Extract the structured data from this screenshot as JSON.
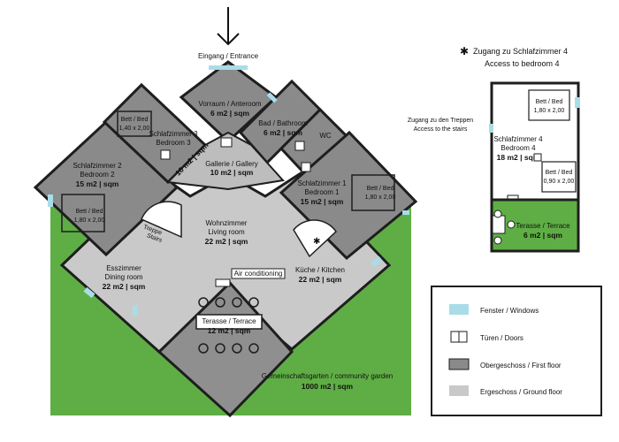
{
  "entrance": {
    "label": "Eingang / Entrance"
  },
  "rooms": {
    "vorraum": {
      "name": "Vorraum / Anteroom",
      "area": "6 m2 | sqm"
    },
    "bad": {
      "name": "Bad / Bathroom",
      "area": "6 m2 | sqm"
    },
    "wc": {
      "name": "WC"
    },
    "sz3": {
      "name1": "Schlafzimmer 3",
      "name2": "Bedroom 3",
      "area": "10 m2 | sqm",
      "bed": "Bett / Bed",
      "bed_size": "1,40 x 2,00"
    },
    "gallery": {
      "name": "Gallerie / Gallery",
      "area": "10 m2 | sqm"
    },
    "sz2": {
      "name1": "Schlafzimmer 2",
      "name2": "Bedroom 2",
      "area": "15 m2 | sqm",
      "bed": "Bett / Bed",
      "bed_size": "1,80 x 2,00"
    },
    "sz1": {
      "name1": "Schlafzimmer 1",
      "name2": "Bedroom 1",
      "area": "15 m2 | sqm",
      "bed": "Bett / Bed",
      "bed_size": "1,80 x 2,00"
    },
    "stairs": {
      "name1": "Treppe",
      "name2": "Stairs"
    },
    "wohn": {
      "name1": "Wohnzimmer",
      "name2": "Living room",
      "area": "22 m2 | sqm"
    },
    "ess": {
      "name1": "Esszimmer",
      "name2": "Dining room",
      "area": "22 m2 | sqm"
    },
    "kueche": {
      "name": "Küche / Kitchen",
      "area": "22 m2 | sqm"
    },
    "ac": {
      "label": "Air conditioning"
    },
    "terrace": {
      "name": "Terasse / Terrace",
      "area": "12 m2 | sqm"
    },
    "garden": {
      "name": "Gemeinschaftsgarten / community garden",
      "area": "1000 m2 | sqm"
    }
  },
  "inset": {
    "note1": "Zugang zu Schlafzimmer 4",
    "note2": "Access to bedroom 4",
    "stairs_access1": "Zugang zu den Treppen",
    "stairs_access2": "Access to the stairs",
    "bedroom4": {
      "name1": "Schlafzimmer 4",
      "name2": "Bedroom 4",
      "area": "18 m2 | sqm"
    },
    "bed_a": {
      "label": "Bett / Bed",
      "size": "1,80 x 2,00"
    },
    "bed_b": {
      "label": "Bett / Bed",
      "size": "0,90 x 2,00"
    },
    "terrace": {
      "name": "Terasse / Terrace",
      "area": "6 m2 | sqm"
    }
  },
  "legend": [
    {
      "label": "Fenster / Windows",
      "symbol": "window"
    },
    {
      "label": "Türen / Doors",
      "symbol": "door"
    },
    {
      "label": "Obergeschoss / First floor",
      "symbol": "dark"
    },
    {
      "label": "Ergeschoss / Ground floor",
      "symbol": "light"
    }
  ],
  "colors": {
    "garden": "#5fae45",
    "ground_floor": "#c9c9c9",
    "first_floor": "#8a8a8a",
    "window": "#a8dde8",
    "wall": "#1e1e1e",
    "marker": "#cc1f1f"
  }
}
